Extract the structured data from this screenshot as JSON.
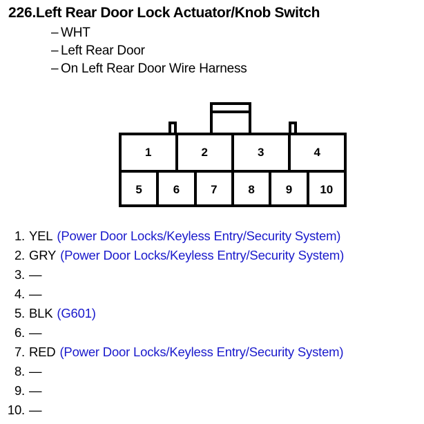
{
  "header": {
    "number": "226.",
    "title": "Left Rear Door Lock Actuator/Knob Switch",
    "dash": "–",
    "subitems": [
      "WHT",
      "Left Rear Door",
      "On Left Rear Door Wire Harness"
    ]
  },
  "connector": {
    "top_row": [
      "1",
      "2",
      "3",
      "4"
    ],
    "bottom_row": [
      "5",
      "6",
      "7",
      "8",
      "9",
      "10"
    ]
  },
  "pins": [
    {
      "index": "1.",
      "color": "YEL",
      "circuit": "(Power Door Locks/Keyless Entry/Security System)"
    },
    {
      "index": "2.",
      "color": "GRY",
      "circuit": "(Power Door Locks/Keyless Entry/Security System)"
    },
    {
      "index": "3.",
      "color": "—",
      "circuit": ""
    },
    {
      "index": "4.",
      "color": "—",
      "circuit": ""
    },
    {
      "index": "5.",
      "color": "BLK",
      "circuit": "(G601)"
    },
    {
      "index": "6.",
      "color": "—",
      "circuit": ""
    },
    {
      "index": "7.",
      "color": "RED",
      "circuit": "(Power Door Locks/Keyless Entry/Security System)"
    },
    {
      "index": "8.",
      "color": "—",
      "circuit": ""
    },
    {
      "index": "9.",
      "color": "—",
      "circuit": ""
    },
    {
      "index": "10.",
      "color": "—",
      "circuit": ""
    }
  ],
  "colors": {
    "text": "#000000",
    "circuit_blue": "#1a1acc",
    "background": "#ffffff"
  }
}
